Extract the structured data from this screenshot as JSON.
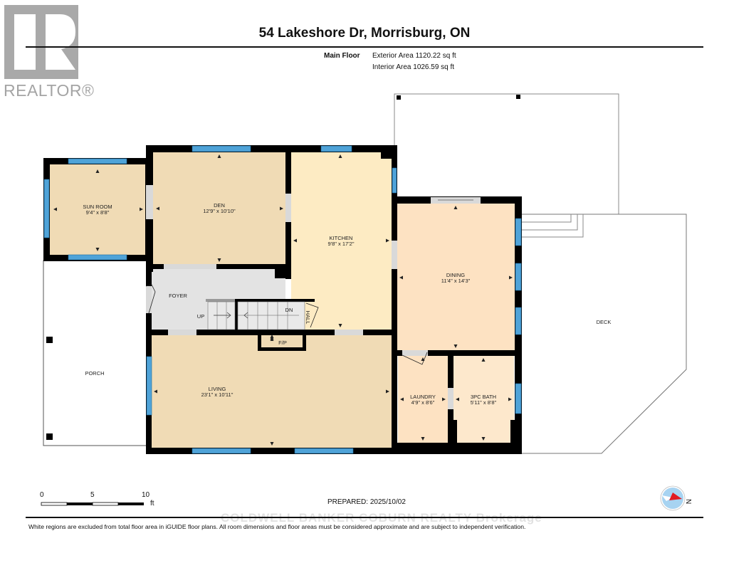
{
  "branding": {
    "logo_letter": "R",
    "logo_text": "REALTOR®"
  },
  "header": {
    "title": "54 Lakeshore Dr, Morrisburg, ON",
    "floor_label": "Main Floor",
    "exterior_area": "Exterior Area 1120.22 sq ft",
    "interior_area": "Interior Area 1026.59 sq ft"
  },
  "colors": {
    "wall": "#000000",
    "window": "#4fa3d8",
    "door_opening": "#d9d9d9",
    "room_tan": "#f0dbb5",
    "room_yellow": "#fdebc3",
    "room_peach": "#fde2c2",
    "foyer_grey": "#e3e3e3",
    "compass_red": "#e11b22",
    "compass_blue": "#a7d3f1"
  },
  "rooms": [
    {
      "name": "SUN ROOM",
      "dims": "9'4\" x 8'8\""
    },
    {
      "name": "DEN",
      "dims": "12'9\" x 10'10\""
    },
    {
      "name": "KITCHEN",
      "dims": "9'8\" x 17'2\""
    },
    {
      "name": "DINING",
      "dims": "11'4\" x 14'3\""
    },
    {
      "name": "FOYER",
      "dims": ""
    },
    {
      "name": "LIVING",
      "dims": "23'1\" x 10'11\""
    },
    {
      "name": "LAUNDRY",
      "dims": "4'9\" x 8'6\""
    },
    {
      "name": "3PC BATH",
      "dims": "5'11\" x 8'8\""
    },
    {
      "name": "PORCH",
      "dims": ""
    },
    {
      "name": "DECK",
      "dims": ""
    }
  ],
  "labels": {
    "stairs_up": "UP",
    "stairs_down": "DN",
    "hall": "HALL",
    "fireplace": "F/P"
  },
  "scale_bar": {
    "ticks": [
      "0",
      "5",
      "10"
    ],
    "unit": "ft"
  },
  "compass": {
    "direction_label": "N"
  },
  "footer": {
    "prepared": "PREPARED: 2025/10/02",
    "watermark": "COLDWELL BANKER COBURN REALTY Brokerage",
    "disclaimer": "White regions are excluded from total floor area in iGUIDE floor plans. All room dimensions and floor areas must be considered approximate and are subject to independent verification."
  }
}
